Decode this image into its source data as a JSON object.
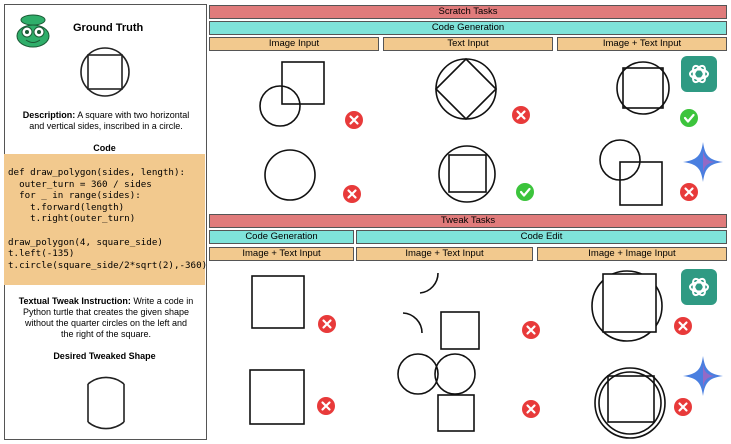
{
  "left_panel": {
    "title": "Ground Truth",
    "description_label": "Description:",
    "description_text": " A square with two horizontal and vertical sides, inscribed in a circle.",
    "code_heading": "Code",
    "code_lines": [
      "def draw_polygon(sides, length):",
      "  outer_turn = 360 / sides",
      "  for _ in range(sides):",
      "    t.forward(length)",
      "    t.right(outer_turn)",
      "",
      "draw_polygon(4, square_side)",
      "t.left(-135)",
      "t.circle(square_side/2*sqrt(2),-360)"
    ],
    "instruction_label": "Textual Tweak Instruction:",
    "instruction_text": " Write a code in Python turtle that creates the given shape without the quarter circles on the left and the right of the square.",
    "desired_heading": "Desired Tweaked Shape"
  },
  "scratch": {
    "header": "Scratch Tasks",
    "subheader": "Code Generation",
    "columns": [
      "Image Input",
      "Text Input",
      "Image + Text Input"
    ]
  },
  "tweak": {
    "header": "Tweak Tasks",
    "group1": "Code Generation",
    "group2": "Code Edit",
    "columns": [
      "Image + Text Input",
      "Image + Text Input",
      "Image + Image Input"
    ]
  },
  "colors": {
    "red_header": "#e07b7b",
    "teal_header": "#7fe3da",
    "orange_header": "#f2c98e",
    "wrong_mark": "#e83a3a",
    "correct_mark": "#3cc43c",
    "gpt_badge": "#2f9a83",
    "gemini_star": "#4a7fe0"
  },
  "icons": [
    "robot-mascot-icon",
    "wrong-icon",
    "correct-icon",
    "gpt-icon",
    "gemini-icon"
  ]
}
